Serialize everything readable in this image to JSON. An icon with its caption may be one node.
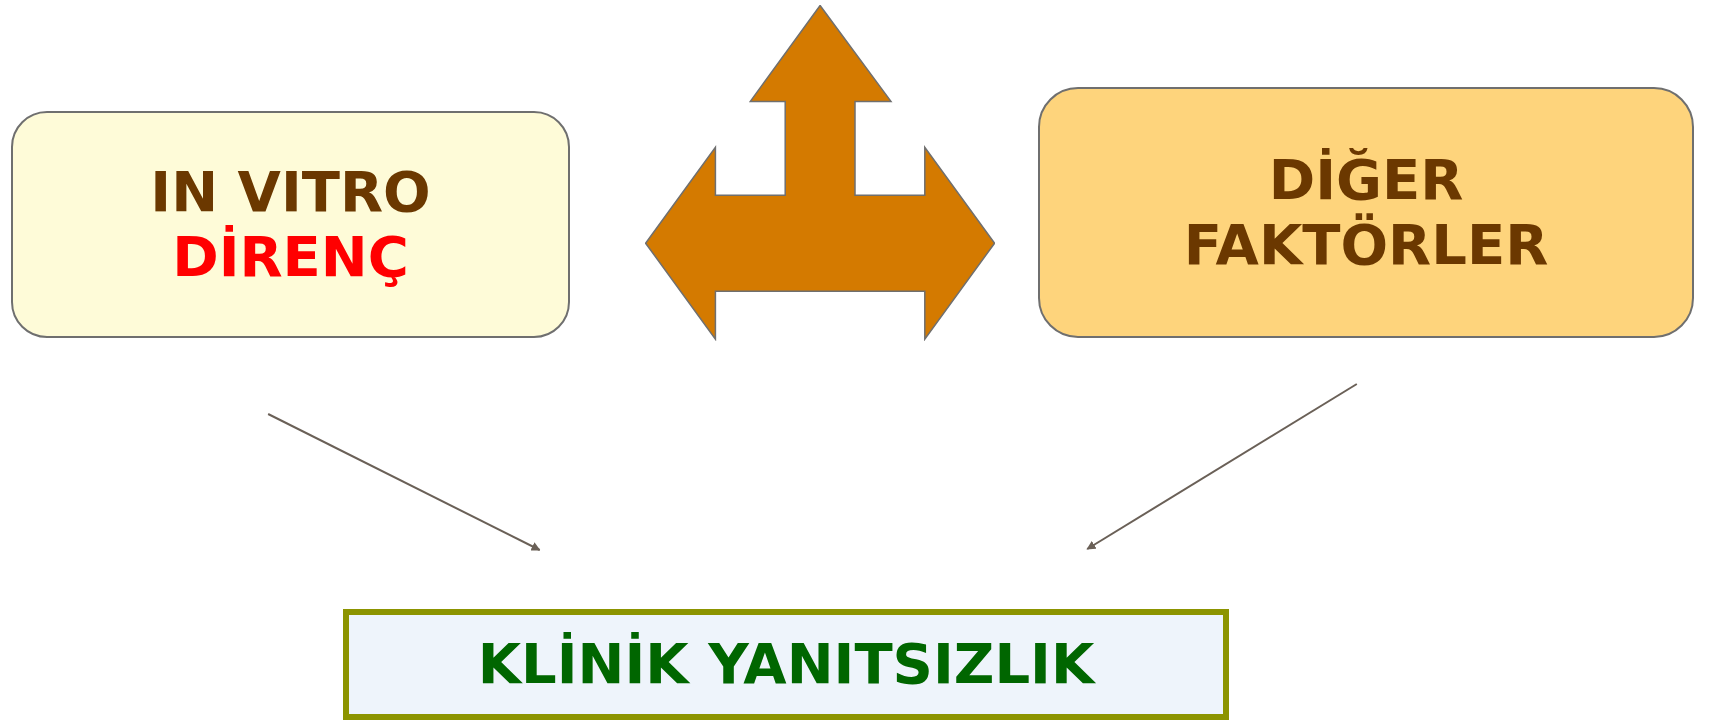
{
  "diagram": {
    "nodes": [
      {
        "text": [
          "IN VITRO",
          "DİRENÇ"
        ]
      },
      {
        "text": [],
        "shape": "arrow"
      },
      {
        "text": [
          "DİĞER FAKTÖRLER"
        ]
      },
      {
        "text": [
          "KLİNİK YANITSIZLIK"
        ]
      }
    ],
    "edges": [
      {
        "from": 0,
        "to": 3,
        "arrow": "to"
      },
      {
        "from": 2,
        "to": 3,
        "arrow": "to"
      }
    ]
  }
}
